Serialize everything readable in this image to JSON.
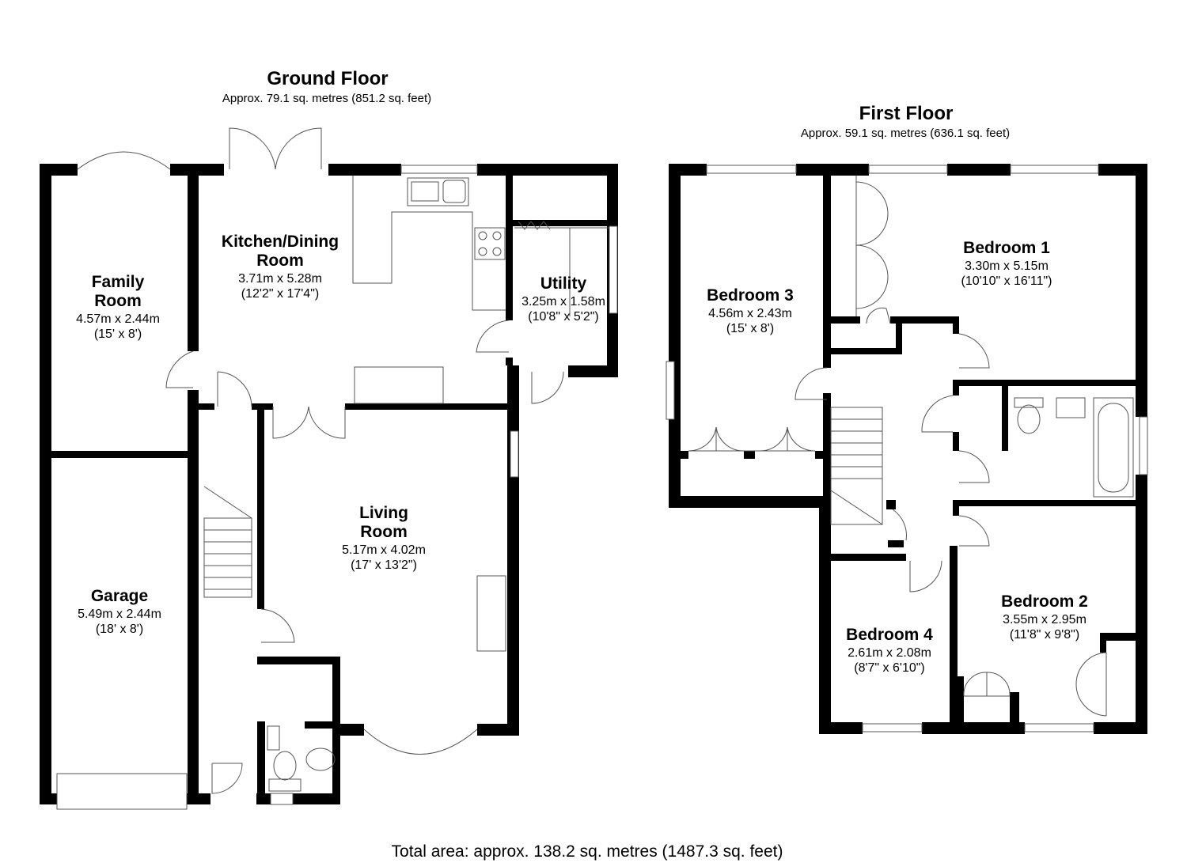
{
  "floors": {
    "ground": {
      "title": "Ground Floor",
      "area": "Approx. 79.1 sq. metres (851.2 sq. feet)",
      "rooms": {
        "kitchen": {
          "name_1": "Kitchen/Dining",
          "name_2": "Room",
          "metric": "3.71m x 5.28m",
          "imperial": "(12'2\" x 17'4\")"
        },
        "family": {
          "name_1": "Family",
          "name_2": "Room",
          "metric": "4.57m x 2.44m",
          "imperial": "(15' x 8')"
        },
        "utility": {
          "name_1": "Utility",
          "metric": "3.25m x 1.58m",
          "imperial": "(10'8\" x 5'2\")"
        },
        "living": {
          "name_1": "Living",
          "name_2": "Room",
          "metric": "5.17m x 4.02m",
          "imperial": "(17' x 13'2\")"
        },
        "garage": {
          "name_1": "Garage",
          "metric": "5.49m x 2.44m",
          "imperial": "(18' x 8')"
        }
      }
    },
    "first": {
      "title": "First Floor",
      "area": "Approx. 59.1 sq. metres (636.1 sq. feet)",
      "rooms": {
        "bed1": {
          "name_1": "Bedroom 1",
          "metric": "3.30m x 5.15m",
          "imperial": "(10'10\" x 16'11\")"
        },
        "bed3": {
          "name_1": "Bedroom 3",
          "metric": "4.56m x 2.43m",
          "imperial": "(15' x 8')"
        },
        "bed2": {
          "name_1": "Bedroom 2",
          "metric": "3.55m x 2.95m",
          "imperial": "(11'8\" x 9'8\")"
        },
        "bed4": {
          "name_1": "Bedroom 4",
          "metric": "2.61m x 2.08m",
          "imperial": "(8'7\" x 6'10\")"
        }
      }
    }
  },
  "total": "Total area: approx. 138.2 sq. metres (1487.3 sq. feet)",
  "colors": {
    "wall": "#000000",
    "fixture": "#555555",
    "background": "#ffffff"
  }
}
